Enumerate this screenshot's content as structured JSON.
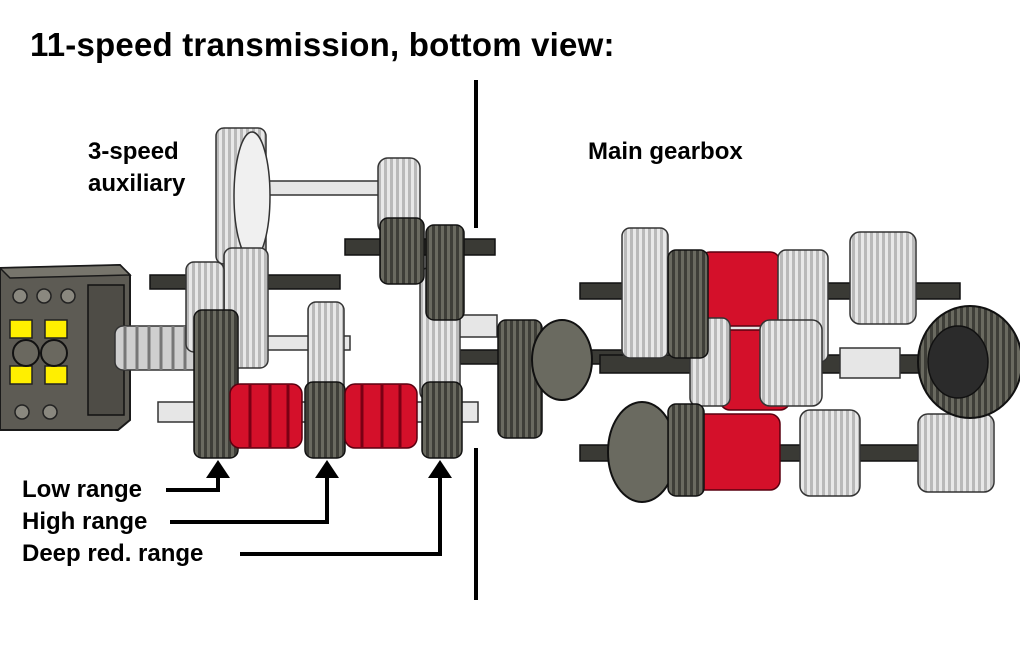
{
  "title": "11-speed transmission, bottom view:",
  "labels": {
    "auxiliary_line1": "3-speed",
    "auxiliary_line2": "auxiliary",
    "main_gearbox": "Main gearbox",
    "low_range": "Low range",
    "high_range": "High range",
    "deep_range": "Deep red. range"
  },
  "colors": {
    "gear_light": "#e6e6e6",
    "gear_dark": "#58584f",
    "axle": "#2b2b2b",
    "shifter_red": "#d4102a",
    "motor_body": "#5f5d56",
    "motor_yellow": "#ffef00",
    "line": "#000000"
  }
}
